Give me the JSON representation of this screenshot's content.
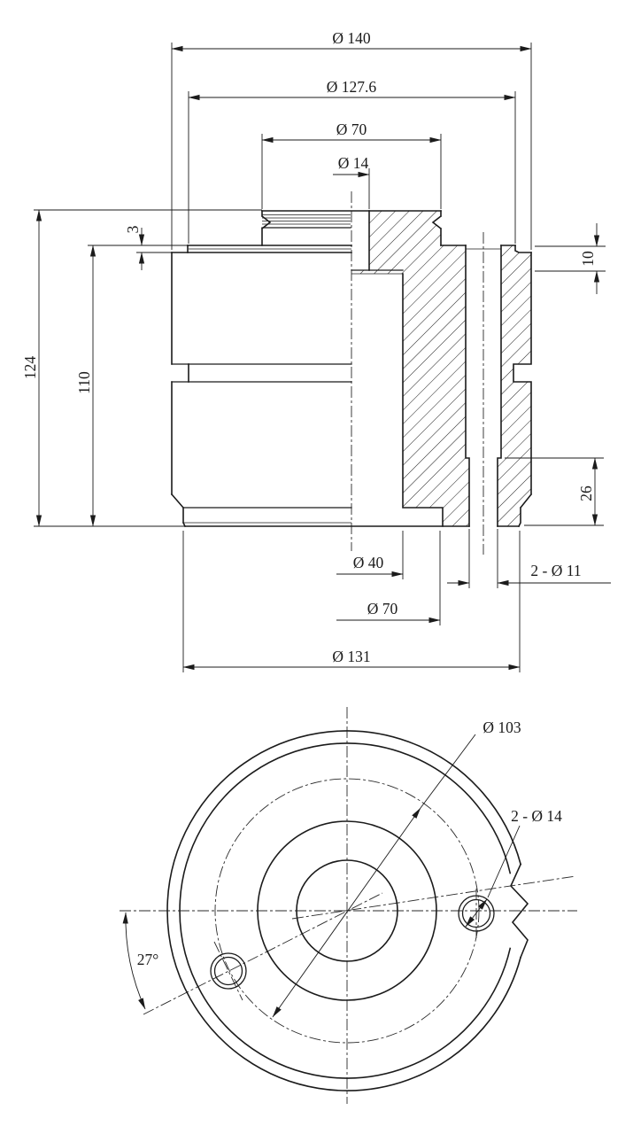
{
  "drawing": {
    "kind": "engineering-drawing",
    "colors": {
      "line": "#1b1b1b",
      "background": "#ffffff"
    },
    "section_view": {
      "dims": {
        "dia140": "Ø 140",
        "dia127": "Ø 127.6",
        "dia70_top": "Ø 70",
        "dia14_top": "Ø 14",
        "h124": "124",
        "h110": "110",
        "h3": "3",
        "h10": "10",
        "h26": "26",
        "dia40": "Ø 40",
        "dia70_bottom": "Ø 70",
        "holes11": "2 - Ø 11",
        "dia131": "Ø 131"
      }
    },
    "bottom_view": {
      "dims": {
        "dia103": "Ø 103",
        "holes14": "2 - Ø 14",
        "angle27": "27°"
      }
    }
  }
}
